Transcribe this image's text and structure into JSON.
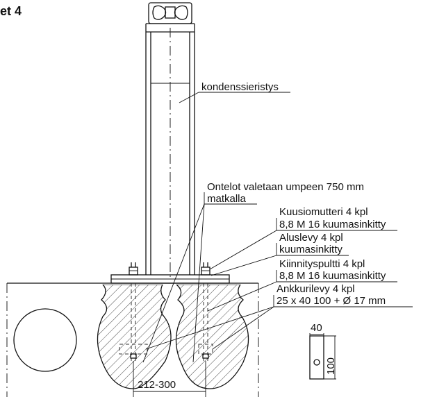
{
  "title": "et 4",
  "labels": {
    "insulation": "kondenssieristys",
    "cavities_1": "Ontelot valetaan umpeen 750 mm",
    "cavities_2": "matkalla",
    "nut_1": "Kuusiomutteri 4 kpl",
    "nut_2": "8,8 M 16 kuumasinkitty",
    "washer_1": "Aluslevy 4 kpl",
    "washer_2": "kuumasinkitty",
    "bolt_1": "Kiinnityspultti 4 kpl",
    "bolt_2": "8,8 M 16 kuumasinkitty",
    "anchor_1": "Ankkurilevy 4 kpl",
    "anchor_2": "25 x 40 100 + Ø 17 mm"
  },
  "dimensions": {
    "spacing": "212-300",
    "plate_width": "40",
    "plate_height": "100"
  }
}
